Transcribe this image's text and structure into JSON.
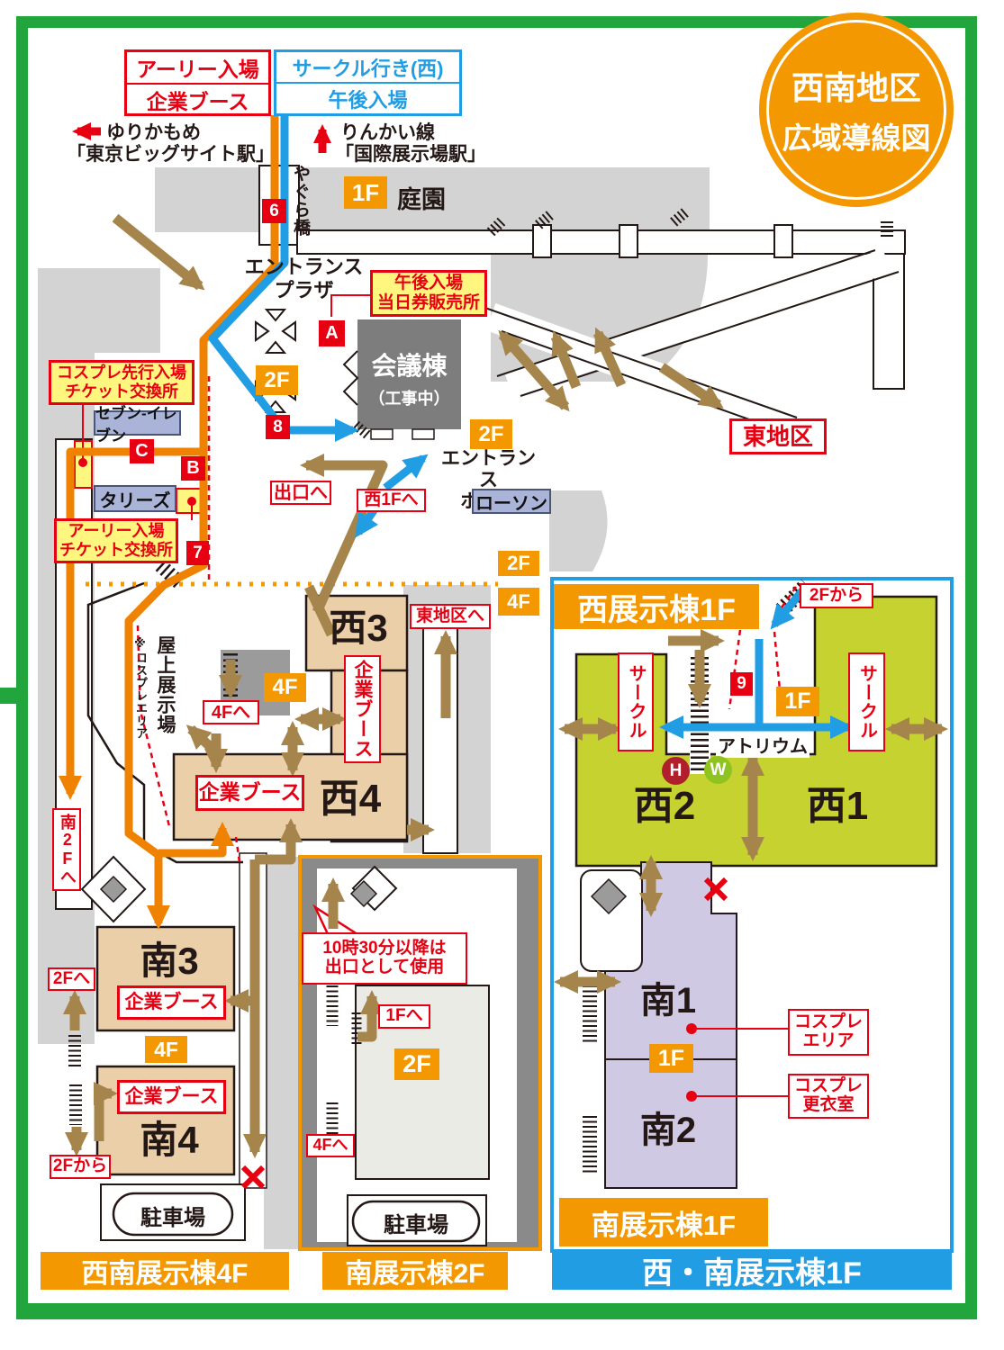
{
  "colors": {
    "accent_orange": "#f39800",
    "path_orange": "#ef8200",
    "accent_red": "#e60012",
    "accent_blue": "#219de4",
    "flow_brown": "#a6854c",
    "frame_green": "#22a53c",
    "bldg_tan": "#ebcfa9",
    "bldg_green": "#c5d22f",
    "bldg_purple": "#cfc9e4",
    "bg_gray": "#d3d3d4",
    "panel_gray": "#8a8a8b",
    "conference_gray": "#7d7d7e",
    "label_yellow": "#fff67f",
    "shop_lavender": "#aab4d9",
    "h_circle": "#b01f2c",
    "w_circle": "#8fc320"
  },
  "title": {
    "line1": "西南地区",
    "line2": "広域導線図"
  },
  "legend": {
    "early": "アーリー入場",
    "corp": "企業ブース",
    "circle_west": "サークル行き(西)",
    "afternoon": "午後入場"
  },
  "stations": {
    "yurikamome": "ゆりかもめ",
    "yurikamome_st": "「東京ビッグサイト駅」",
    "rinkai": "りんかい線",
    "rinkai_st": "「国際展示場駅」"
  },
  "badges": {
    "n6": "6",
    "n7": "7",
    "n8": "8",
    "n9": "9",
    "a": "A",
    "b": "B",
    "c": "C",
    "h": "H",
    "w": "W",
    "f1": "1F",
    "f2": "2F",
    "f4": "4F"
  },
  "map": {
    "yagura_bridge": "やぐら橋",
    "garden": "庭園",
    "entrance_plaza": "エントランス\nプラザ",
    "afternoon_ticket": "午後入場\n当日券販売所",
    "conference": "会議棟",
    "under_construction": "（工事中）",
    "entrance_hall": "エントランス\nホール",
    "lawson": "ローソン",
    "seven": "セブン-イレブン",
    "tullys": "タリーズ",
    "exit_to": "出口へ",
    "to_west1f": "西1Fへ",
    "east_district": "東地区",
    "to_east_district": "東地区へ",
    "cosplay_priority_ticket": "コスプレ先行入場\nチケット交換所",
    "early_ticket": "アーリー入場\nチケット交換所",
    "west3": "西3",
    "west4": "西4",
    "corp_booth": "企業ブース",
    "to_4f": "4Fへ",
    "rooftop": "屋上展示場",
    "rooftop_note": "※コスプレエリア",
    "to_south2f": "南2Fへ",
    "to_2f": "2Fへ",
    "from_2f": "2Fから",
    "south3": "南3",
    "south4": "南4",
    "parking": "駐車場",
    "west_hall_title": "西展示棟1F",
    "circle": "サークル",
    "atrium": "アトリウム",
    "west1": "西1",
    "west2": "西2",
    "south1": "南1",
    "south2": "南2",
    "cosplay_area": "コスプレ\nエリア",
    "cosplay_dressing": "コスプレ\n更衣室",
    "south_hall_title": "南展示棟1F",
    "note_1030": "10時30分以降は\n出口として使用",
    "to_1f": "1Fへ"
  },
  "banners": {
    "southwest_4f": "西南展示棟4F",
    "south_2f": "南展示棟2F",
    "west_south_1f": "西・南展示棟1F"
  }
}
